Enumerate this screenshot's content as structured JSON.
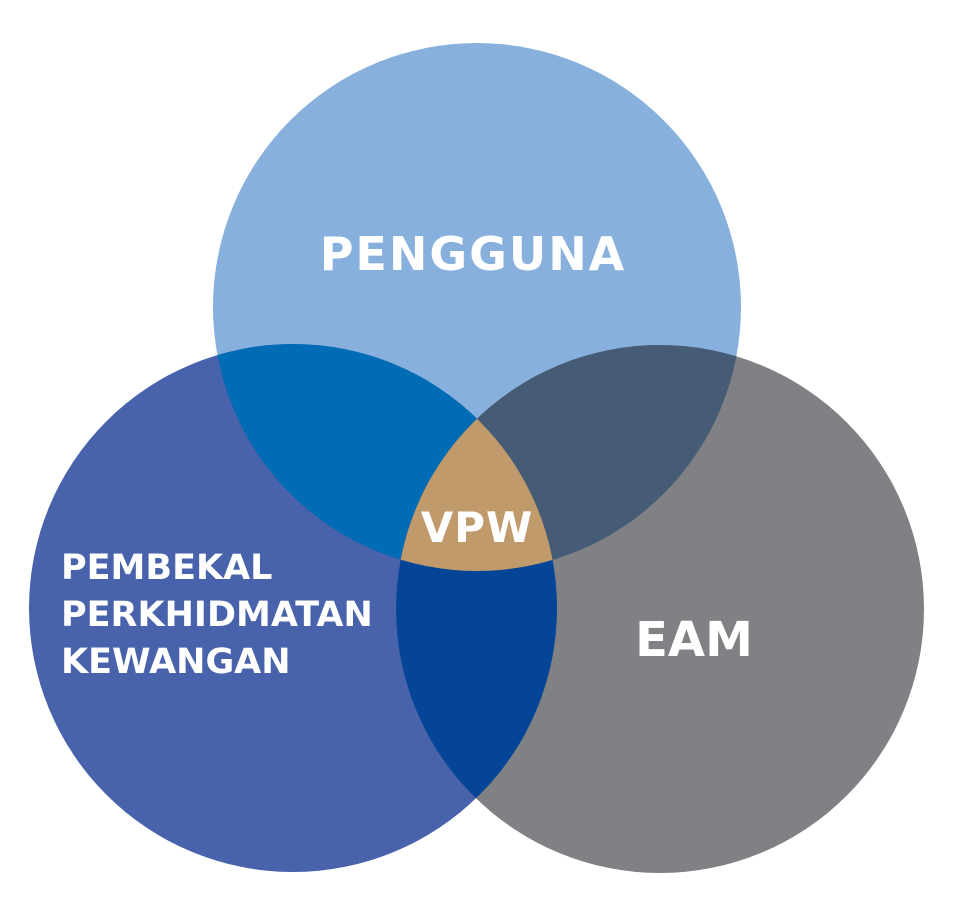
{
  "diagram": {
    "type": "venn-3",
    "sets": [
      {
        "id": "top",
        "label": "PENGGUNA",
        "color": "#88b0dc"
      },
      {
        "id": "left",
        "label_lines": [
          "PEMBEKAL",
          "PERKHIDMATAN",
          "KEWANGAN"
        ],
        "color": "#4863ac"
      },
      {
        "id": "right",
        "label": "EAM",
        "color": "#808184"
      }
    ],
    "intersections": {
      "top_left": {
        "color": "#006cb5"
      },
      "top_right": {
        "color": "#465b76"
      },
      "left_right": {
        "color": "#044597"
      },
      "center": {
        "label": "VPW",
        "color": "#c19a6b"
      }
    }
  }
}
